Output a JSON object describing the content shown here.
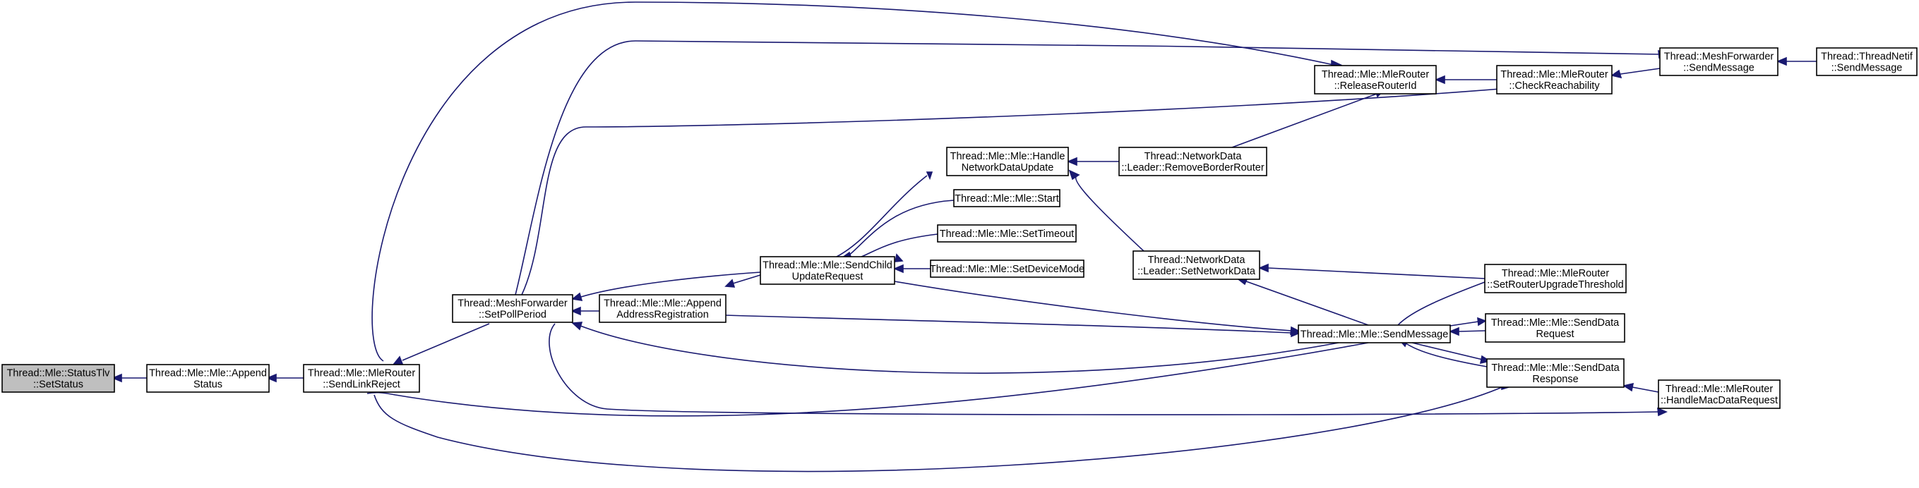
{
  "graph": {
    "nodes": [
      {
        "id": "n0",
        "lines": [
          "Thread::Mle::StatusTlv",
          "::SetStatus"
        ],
        "current": true
      },
      {
        "id": "n1",
        "lines": [
          "Thread::Mle::Mle::Append",
          "Status"
        ]
      },
      {
        "id": "n2",
        "lines": [
          "Thread::Mle::MleRouter",
          "::SendLinkReject"
        ]
      },
      {
        "id": "n3",
        "lines": [
          "Thread::MeshForwarder",
          "::SetPollPeriod"
        ]
      },
      {
        "id": "n4",
        "lines": [
          "Thread::Mle::Mle::Append",
          "AddressRegistration"
        ]
      },
      {
        "id": "n5",
        "lines": [
          "Thread::Mle::Mle::SendChild",
          "UpdateRequest"
        ]
      },
      {
        "id": "n6",
        "lines": [
          "Thread::Mle::Mle::Handle",
          "NetworkDataUpdate"
        ]
      },
      {
        "id": "n7",
        "lines": [
          "Thread::Mle::Mle::Start"
        ]
      },
      {
        "id": "n8",
        "lines": [
          "Thread::Mle::Mle::SetTimeout"
        ]
      },
      {
        "id": "n9",
        "lines": [
          "Thread::Mle::Mle::SetDeviceMode"
        ]
      },
      {
        "id": "n10",
        "lines": [
          "Thread::NetworkData",
          "::Leader::RemoveBorderRouter"
        ]
      },
      {
        "id": "n11",
        "lines": [
          "Thread::NetworkData",
          "::Leader::SetNetworkData"
        ]
      },
      {
        "id": "n12",
        "lines": [
          "Thread::Mle::Mle::SendMessage"
        ]
      },
      {
        "id": "n13",
        "lines": [
          "Thread::Mle::MleRouter",
          "::ReleaseRouterId"
        ]
      },
      {
        "id": "n14",
        "lines": [
          "Thread::Mle::MleRouter",
          "::CheckReachability"
        ]
      },
      {
        "id": "n15",
        "lines": [
          "Thread::Mle::MleRouter",
          "::SetRouterUpgradeThreshold"
        ]
      },
      {
        "id": "n16",
        "lines": [
          "Thread::Mle::Mle::SendData",
          "Request"
        ]
      },
      {
        "id": "n17",
        "lines": [
          "Thread::Mle::Mle::SendData",
          "Response"
        ]
      },
      {
        "id": "n18",
        "lines": [
          "Thread::MeshForwarder",
          "::SendMessage"
        ]
      },
      {
        "id": "n19",
        "lines": [
          "Thread::ThreadNetif",
          "::SendMessage"
        ]
      },
      {
        "id": "n20",
        "lines": [
          "Thread::Mle::MleRouter",
          "::HandleMacDataRequest"
        ]
      }
    ],
    "edges": [
      {
        "from": "n1",
        "to": "n0"
      },
      {
        "from": "n2",
        "to": "n1"
      },
      {
        "from": "n3",
        "to": "n2"
      },
      {
        "from": "n13",
        "to": "n2"
      },
      {
        "from": "n12",
        "to": "n2"
      },
      {
        "from": "n17",
        "to": "n2"
      },
      {
        "from": "n4",
        "to": "n3"
      },
      {
        "from": "n5",
        "to": "n3"
      },
      {
        "from": "n12",
        "to": "n3"
      },
      {
        "from": "n14",
        "to": "n3"
      },
      {
        "from": "n18",
        "to": "n3"
      },
      {
        "from": "n20",
        "to": "n3"
      },
      {
        "from": "n5",
        "to": "n4"
      },
      {
        "from": "n6",
        "to": "n5"
      },
      {
        "from": "n7",
        "to": "n5"
      },
      {
        "from": "n8",
        "to": "n5"
      },
      {
        "from": "n9",
        "to": "n5"
      },
      {
        "from": "n10",
        "to": "n6"
      },
      {
        "from": "n11",
        "to": "n6"
      },
      {
        "from": "n15",
        "to": "n11"
      },
      {
        "from": "n12",
        "to": "n11"
      },
      {
        "from": "n5",
        "to": "n12"
      },
      {
        "from": "n4",
        "to": "n12"
      },
      {
        "from": "n15",
        "to": "n12"
      },
      {
        "from": "n16",
        "to": "n12"
      },
      {
        "from": "n17",
        "to": "n12"
      },
      {
        "from": "n12",
        "to": "n16"
      },
      {
        "from": "n12",
        "to": "n17"
      },
      {
        "from": "n20",
        "to": "n17"
      },
      {
        "from": "n14",
        "to": "n13"
      },
      {
        "from": "n10",
        "to": "n13"
      },
      {
        "from": "n18",
        "to": "n14"
      },
      {
        "from": "n19",
        "to": "n18"
      }
    ]
  }
}
